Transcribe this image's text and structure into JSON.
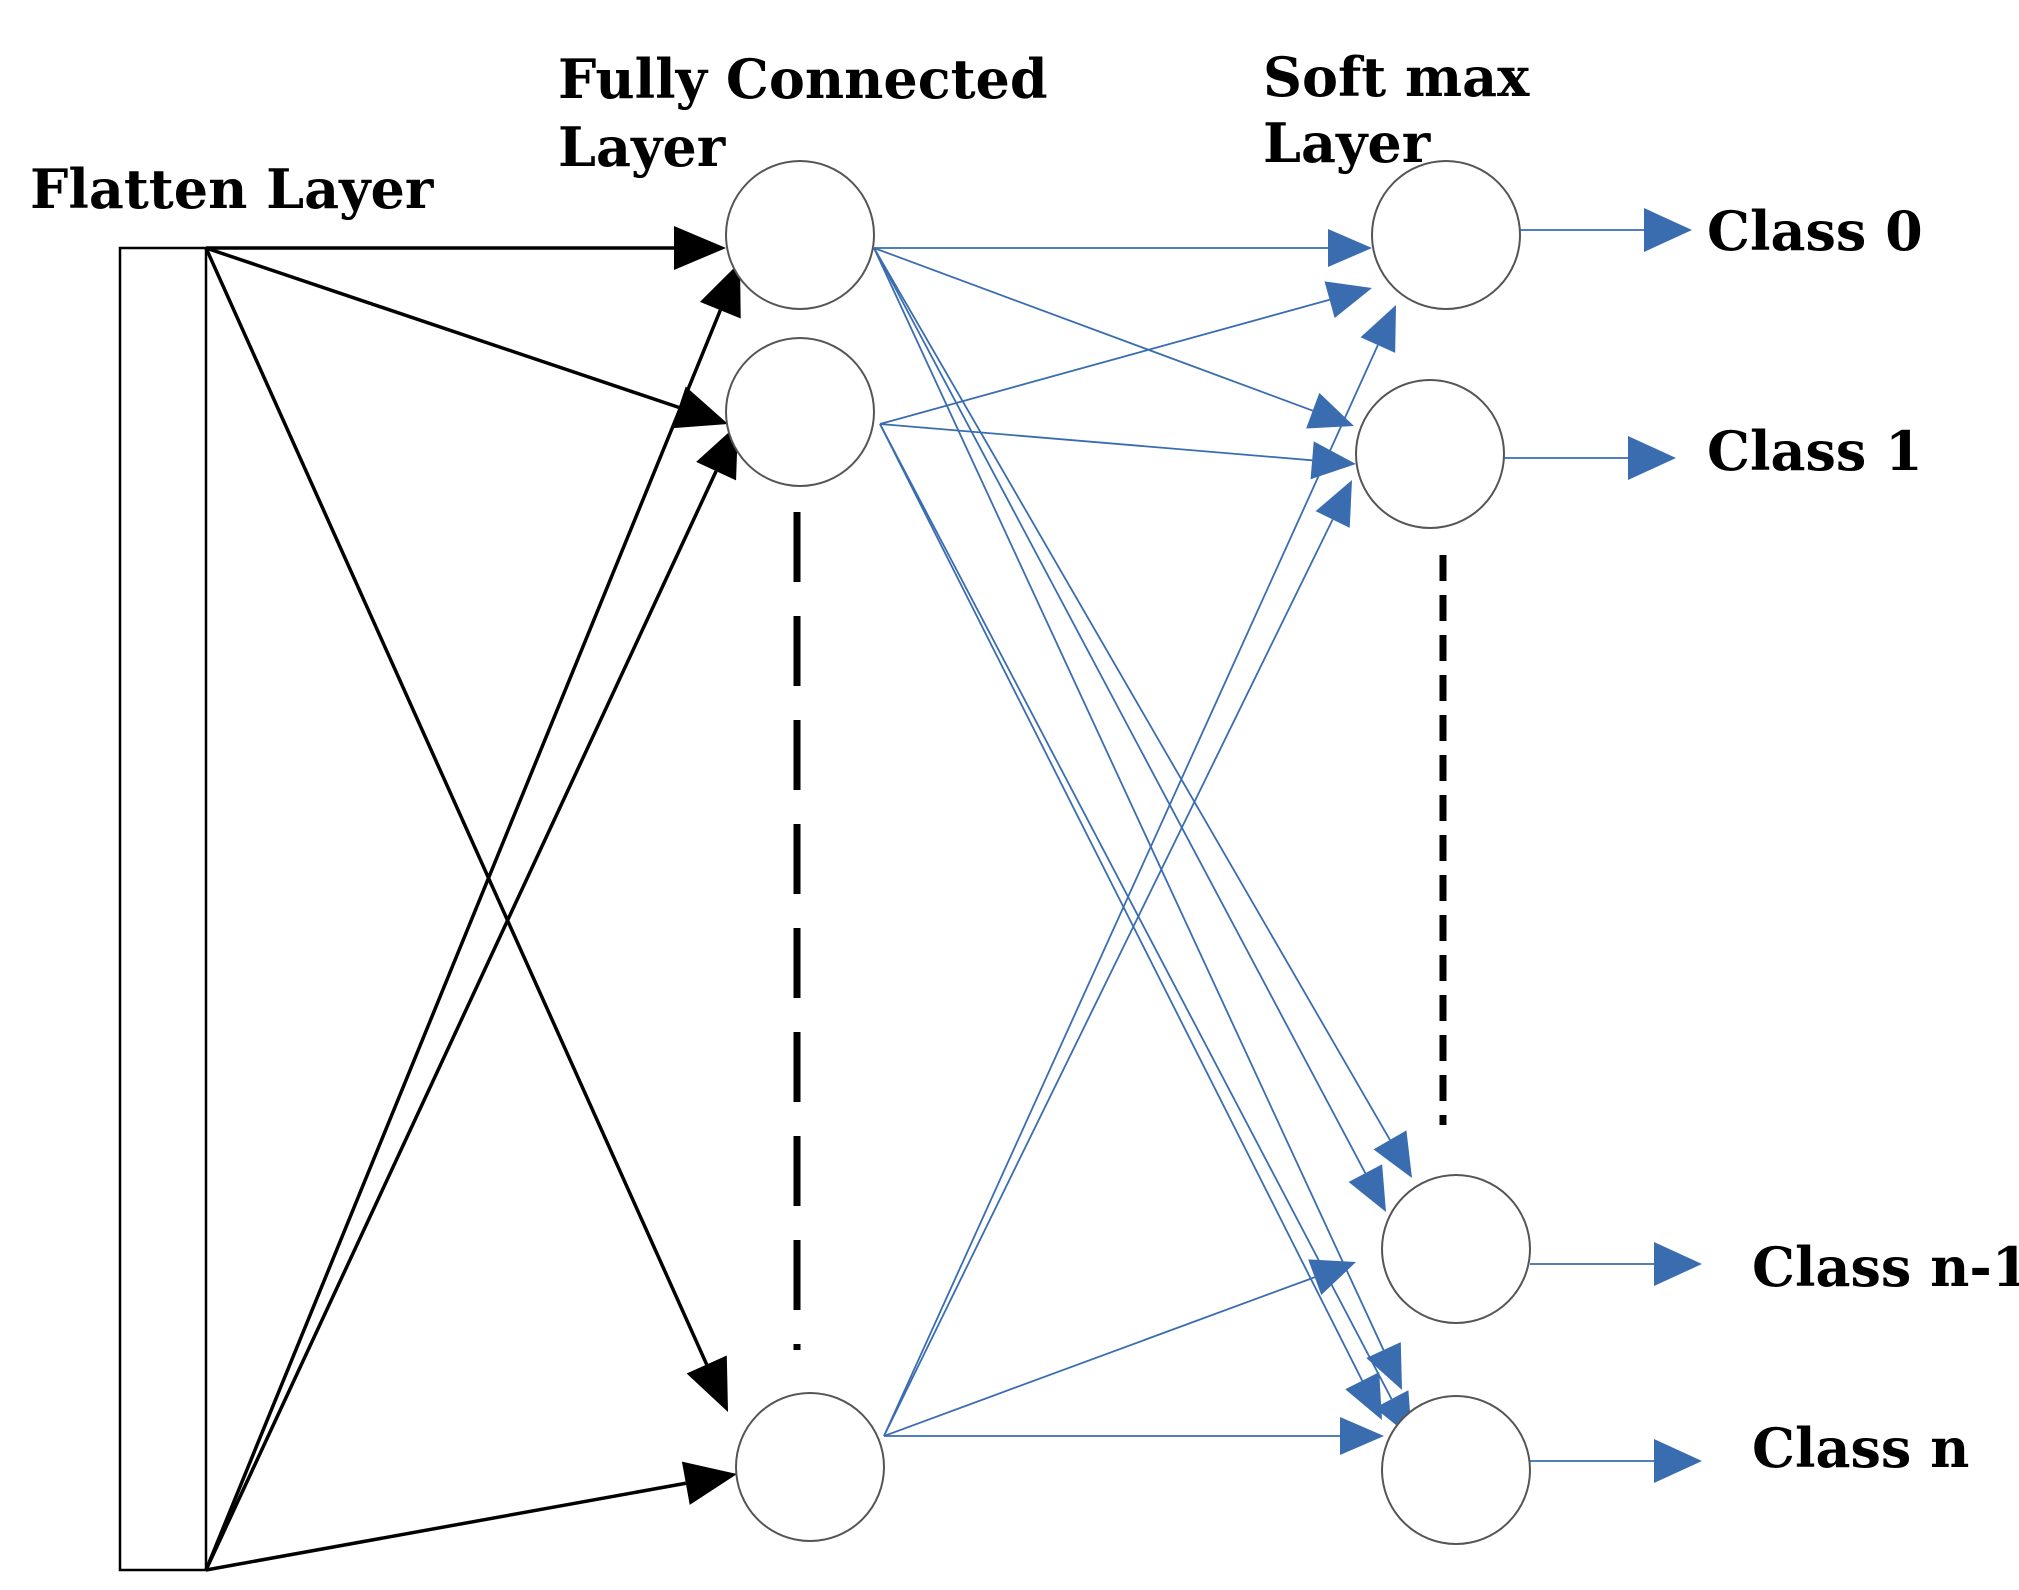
{
  "labels": {
    "flatten_layer": "Flatten Layer",
    "fully_connected_line1": "Fully Connected",
    "fully_connected_line2": "Layer",
    "softmax_line1": "Soft max",
    "softmax_line2": "Layer"
  },
  "classes": [
    "Class 0",
    "Class 1",
    "Class n-1",
    "Class n"
  ],
  "colors": {
    "flatten_edges": "#000000",
    "softmax_edges": "#3a6db0"
  }
}
